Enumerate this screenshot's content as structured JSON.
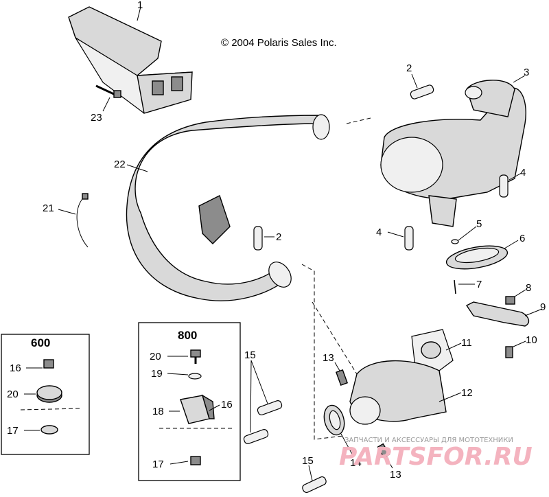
{
  "copyright": "© 2004 Polaris Sales Inc.",
  "boxes": {
    "box_600": {
      "title": "600"
    },
    "box_800": {
      "title": "800"
    }
  },
  "callouts": {
    "c1": "1",
    "c2a": "2",
    "c2b": "2",
    "c3": "3",
    "c4a": "4",
    "c4b": "4",
    "c5": "5",
    "c6": "6",
    "c7": "7",
    "c8": "8",
    "c9": "9",
    "c10": "10",
    "c11": "11",
    "c12": "12",
    "c13a": "13",
    "c13b": "13",
    "c14": "14",
    "c15a": "15",
    "c15b": "15",
    "c16a": "16",
    "c16b": "16",
    "c17a": "17",
    "c17b": "17",
    "c18": "18",
    "c19": "19",
    "c20a": "20",
    "c20b": "20",
    "c21": "21",
    "c22": "22",
    "c23": "23"
  },
  "watermark": {
    "line1": "ЗАПЧАСТИ И АКСЕССУАРЫ ДЛЯ МОТОТЕХНИКИ",
    "line2": "PARTSFOR.RU",
    "color": "#f4b3bf"
  }
}
